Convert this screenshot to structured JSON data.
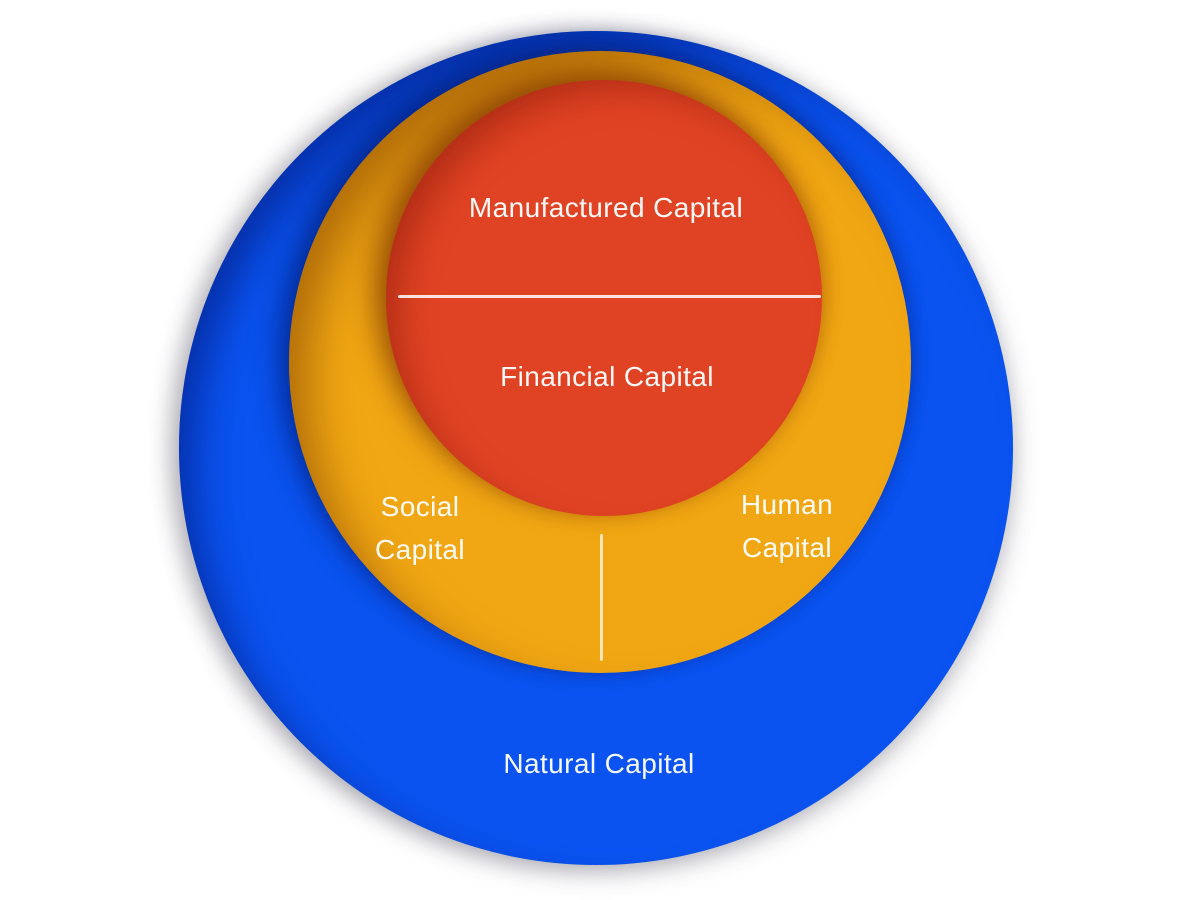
{
  "diagram": {
    "background": "#FFFFFF",
    "colors": {
      "natural": "#0A53F0",
      "social_human": "#F1A713",
      "manufactured_financial": "#E04323",
      "label_text": "#FFFFFF",
      "divider": "#FFFFFF"
    },
    "labels": {
      "manufactured": "Manufactured Capital",
      "financial": "Financial Capital",
      "social": {
        "line1": "Social",
        "line2": "Capital"
      },
      "human": {
        "line1": "Human",
        "line2": "Capital"
      },
      "natural": "Natural Capital"
    }
  }
}
